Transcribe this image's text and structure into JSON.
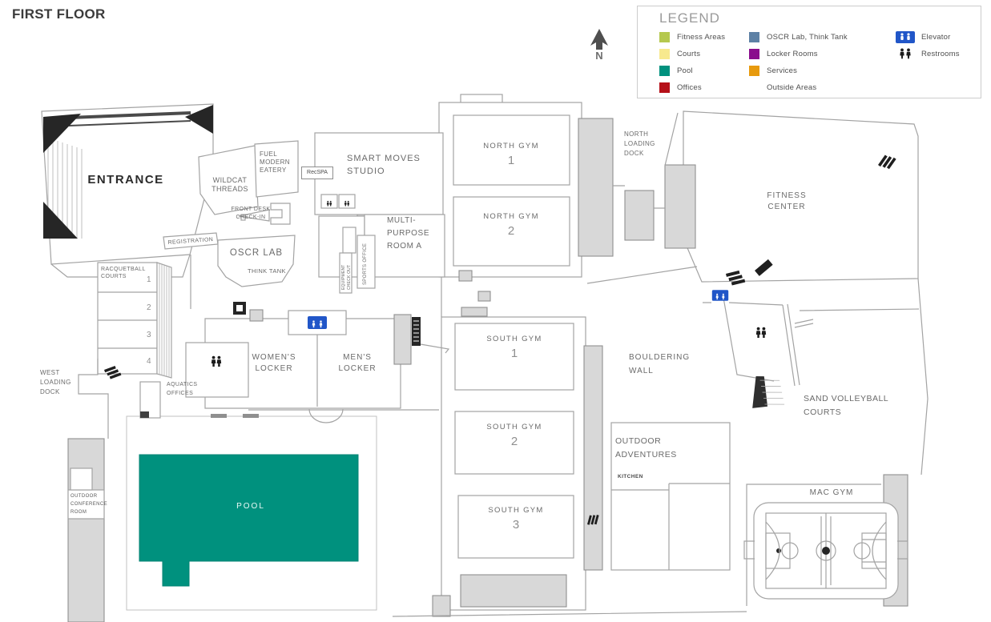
{
  "title": "FIRST FLOOR",
  "compass": {
    "label": "N"
  },
  "legend": {
    "title": "LEGEND",
    "columns": [
      {
        "items": [
          {
            "label": "Fitness Areas",
            "color": "#b5c84e"
          },
          {
            "label": "Courts",
            "color": "#f7e98e"
          },
          {
            "label": "Pool",
            "color": "#00917e"
          },
          {
            "label": "Offices",
            "color": "#b51019"
          }
        ]
      },
      {
        "items": [
          {
            "label": "OSCR Lab, Think Tank",
            "color": "#5d81a5"
          },
          {
            "label": "Locker Rooms",
            "color": "#8a0d8d"
          },
          {
            "label": "Services",
            "color": "#e79a0d"
          },
          {
            "label": "Outside Areas",
            "color": "#ffffff"
          }
        ]
      },
      {
        "items": [
          {
            "label": "Elevator",
            "color": "#2156c8"
          },
          {
            "label": "Restrooms",
            "color": "#1c1c1c"
          }
        ]
      }
    ]
  },
  "rooms": {
    "entrance": "ENTRANCE",
    "wildcat_threads": [
      "WILDCAT",
      "THREADS"
    ],
    "fuel_eatery": [
      "FUEL",
      "MODERN",
      "EATERY"
    ],
    "rec_spa": "RecSPA",
    "smart_moves": [
      "SMART MOVES",
      "STUDIO"
    ],
    "front_desk": [
      "FRONT DESK",
      "CHECK-IN"
    ],
    "registration": "REGISTRATION",
    "oscr_lab": "OSCR LAB",
    "think_tank": "THINK TANK",
    "north_gym_1": {
      "name": "NORTH GYM",
      "num": "1"
    },
    "north_gym_2": {
      "name": "NORTH GYM",
      "num": "2"
    },
    "north_loading_dock": [
      "NORTH",
      "LOADING",
      "DOCK"
    ],
    "fitness_center": [
      "FITNESS",
      "CENTER"
    ],
    "multi_purpose": [
      "MULTI-",
      "PURPOSE",
      "ROOM A"
    ],
    "racquetball": {
      "title": [
        "RACQUETBALL",
        "COURTS"
      ],
      "courts": [
        "1",
        "2",
        "3",
        "4"
      ]
    },
    "equipment_check_out": [
      "EQUIPMENT",
      "CHECK OUT"
    ],
    "sports_office": "SPORTS OFFICE",
    "womens_locker": [
      "WOMEN'S",
      "LOCKER"
    ],
    "mens_locker": [
      "MEN'S",
      "LOCKER"
    ],
    "aquatics_offices": [
      "AQUATICS",
      "OFFICES"
    ],
    "west_loading_dock": [
      "WEST",
      "LOADING",
      "DOCK"
    ],
    "outdoor_conference": [
      "OUTDOOR",
      "CONFERENCE",
      "ROOM"
    ],
    "pool": "POOL",
    "south_gym_1": {
      "name": "SOUTH GYM",
      "num": "1"
    },
    "south_gym_2": {
      "name": "SOUTH GYM",
      "num": "2"
    },
    "south_gym_3": {
      "name": "SOUTH GYM",
      "num": "3"
    },
    "bouldering_wall": [
      "BOULDERING",
      "WALL"
    ],
    "outdoor_adventures": [
      "OUTDOOR",
      "ADVENTURES"
    ],
    "kitchen": "KITCHEN",
    "sand_volleyball": [
      "SAND VOLLEYBALL",
      "COURTS"
    ],
    "mac_gym": "MAC GYM"
  }
}
